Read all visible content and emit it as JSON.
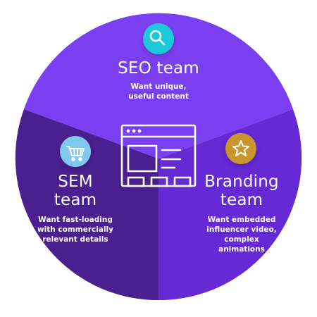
{
  "segments": [
    {
      "id": "seo",
      "title": "SEO team",
      "description": [
        "Want unique,",
        "useful content"
      ],
      "icon": "magnifier-icon",
      "icon_color": "#1fc9d9",
      "color": "#7b3ff2"
    },
    {
      "id": "sem",
      "title": [
        "SEM",
        "team"
      ],
      "description": [
        "Want fast-loading",
        "with commercially",
        "relevant details"
      ],
      "icon": "shopping-cart-icon",
      "icon_color": "#7fc8f0",
      "color": "#4a1f8f"
    },
    {
      "id": "branding",
      "title": [
        "Branding",
        "team"
      ],
      "description": [
        "Want embedded",
        "influencer video,",
        "complex",
        "animations"
      ],
      "icon": "star-icon",
      "icon_color": "#c9962f",
      "color": "#6529d6"
    }
  ],
  "center_icon": "browser-window-icon",
  "colors": {
    "center_icon_stroke": "#ffffff"
  }
}
